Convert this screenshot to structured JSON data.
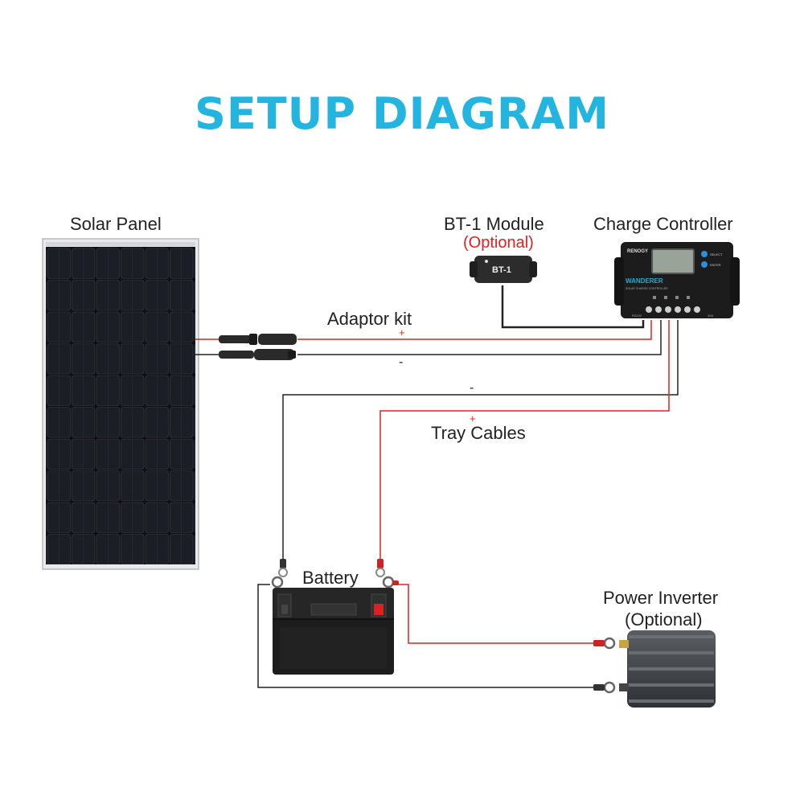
{
  "title": "SETUP DIAGRAM",
  "components": {
    "solar_panel": "Solar Panel",
    "bt1_module": "BT-1 Module",
    "bt1_optional": "(Optional)",
    "bt1_device_label": "BT-1",
    "charge_controller": "Charge Controller",
    "controller_brand": "RENOGY",
    "controller_model": "WANDERER",
    "controller_subtitle": "SOLAR CHARGE CONTROLLER",
    "controller_btn_select": "SELECT",
    "controller_btn_enter": "ENTER",
    "controller_port": "RS232",
    "controller_rating": "30A",
    "battery": "Battery",
    "power_inverter": "Power Inverter",
    "inverter_optional": "(Optional)"
  },
  "cables": {
    "adaptor_kit": "Adaptor kit",
    "tray_cables": "Tray Cables",
    "plus": "+",
    "minus": "-"
  },
  "colors": {
    "title": "#23b5e0",
    "positive_wire": "#e02020",
    "negative_wire": "#222222"
  }
}
